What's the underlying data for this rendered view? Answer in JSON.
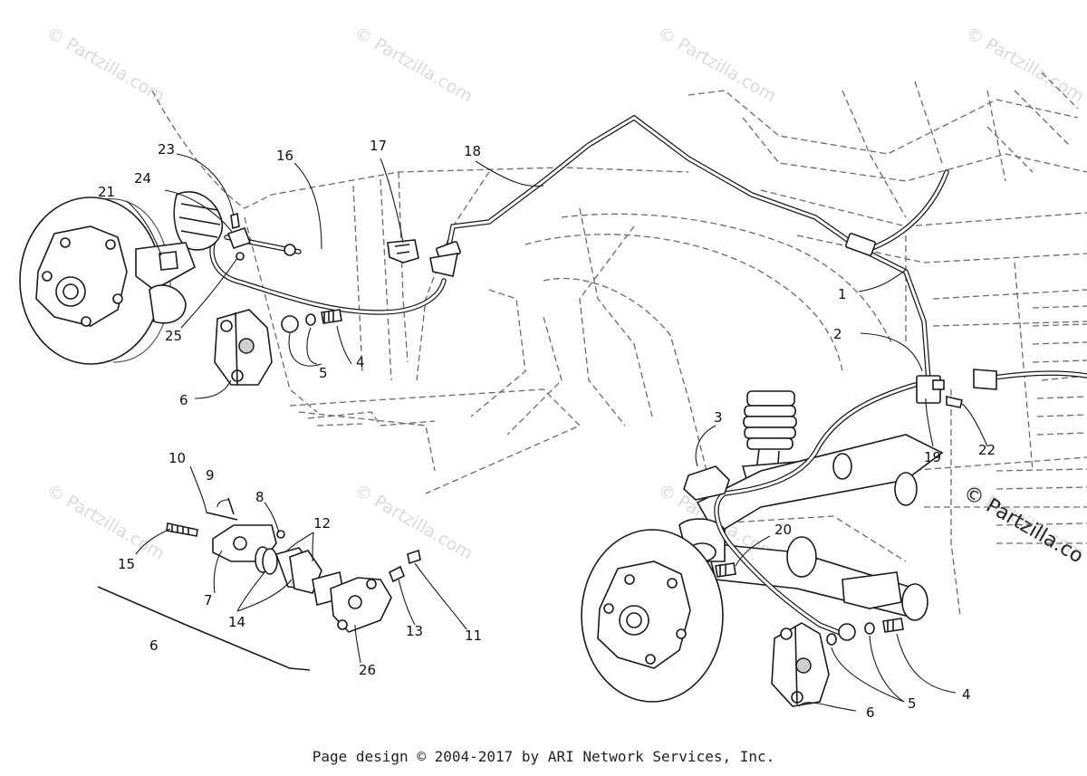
{
  "watermarks": [
    "© Partzilla.com",
    "© Partzilla.com",
    "© Partzilla.com",
    "© Partzilla.com",
    "© Partzilla.com",
    "© Partzilla.com",
    "© Partzilla.com",
    "© Partzilla.com"
  ],
  "watermark_edge": "© Partzilla.co",
  "callouts": [
    "1",
    "2",
    "3",
    "4",
    "4",
    "5",
    "5",
    "6",
    "6",
    "6",
    "7",
    "8",
    "9",
    "10",
    "11",
    "12",
    "13",
    "14",
    "15",
    "16",
    "17",
    "18",
    "19",
    "20",
    "21",
    "22",
    "23",
    "24",
    "25",
    "26"
  ],
  "footer": "Page design © 2004-2017 by ARI Network Services, Inc."
}
